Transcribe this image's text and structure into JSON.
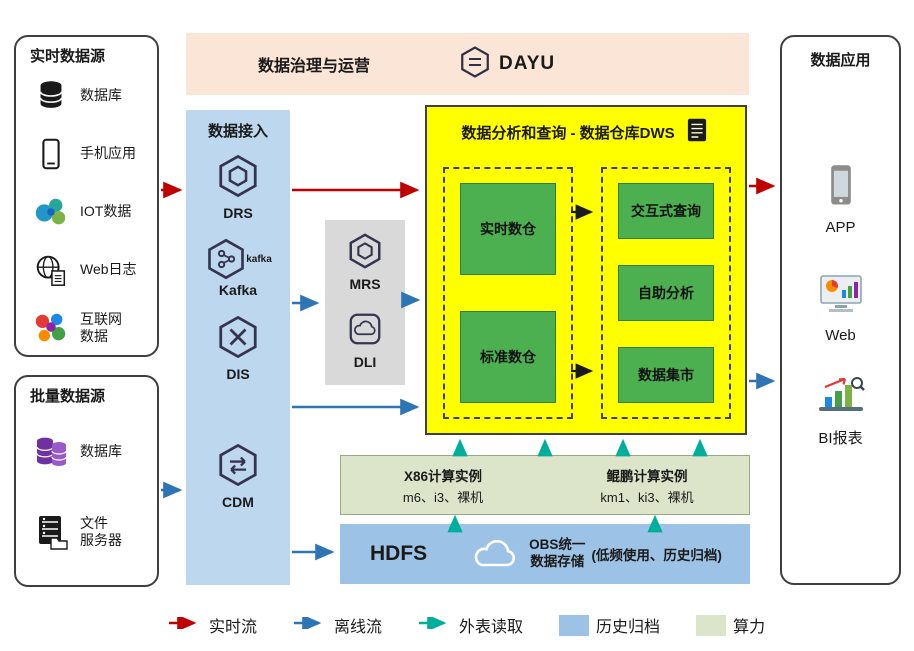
{
  "realtime_sources": {
    "title": "实时数据源",
    "items": [
      {
        "label": "数据库",
        "icon": "database-icon"
      },
      {
        "label": "手机应用",
        "icon": "phone-icon"
      },
      {
        "label": "IOT数据",
        "icon": "iot-icon"
      },
      {
        "label": "Web日志",
        "icon": "weblog-icon"
      },
      {
        "label": "互联网\n数据",
        "icon": "internet-data-icon"
      }
    ]
  },
  "batch_sources": {
    "title": "批量数据源",
    "items": [
      {
        "label": "数据库",
        "icon": "purple-database-icon"
      },
      {
        "label": "文件\n服务器",
        "icon": "file-server-icon"
      }
    ]
  },
  "governance": {
    "title": "数据治理与运营",
    "brand": "DAYU"
  },
  "ingestion": {
    "title": "数据接入",
    "kafka_logo": "kafka",
    "items": [
      {
        "label": "DRS"
      },
      {
        "label": "Kafka"
      },
      {
        "label": "DIS"
      },
      {
        "label": "CDM"
      }
    ]
  },
  "processing": {
    "items": [
      {
        "label": "MRS"
      },
      {
        "label": "DLI"
      }
    ]
  },
  "dws": {
    "title": "数据分析和查询 - 数据仓库DWS",
    "left_group": [
      "实时数仓",
      "标准数仓"
    ],
    "right_group": [
      "交互式查询",
      "自助分析",
      "数据集市"
    ]
  },
  "compute": {
    "x86": {
      "title": "X86计算实例",
      "spec": "m6、i3、裸机"
    },
    "kunpeng": {
      "title": "鲲鹏计算实例",
      "spec": "km1、ki3、裸机"
    }
  },
  "storage": {
    "hdfs": "HDFS",
    "obs": "OBS统一\n数据存储",
    "note": "(低频使用、历史归档)"
  },
  "applications": {
    "title": "数据应用",
    "items": [
      {
        "label": "APP",
        "icon": "app-phone-icon"
      },
      {
        "label": "Web",
        "icon": "web-icon"
      },
      {
        "label": "BI报表",
        "icon": "bi-icon"
      }
    ]
  },
  "legend": {
    "items": [
      {
        "label": "实时流",
        "color": "#C00000"
      },
      {
        "label": "离线流",
        "color": "#2E75B6"
      },
      {
        "label": "外表读取",
        "color": "#00AE9C"
      },
      {
        "label": "历史归档",
        "color": "#9CC2E5"
      },
      {
        "label": "算力",
        "color": "#DCE4C9"
      }
    ]
  }
}
